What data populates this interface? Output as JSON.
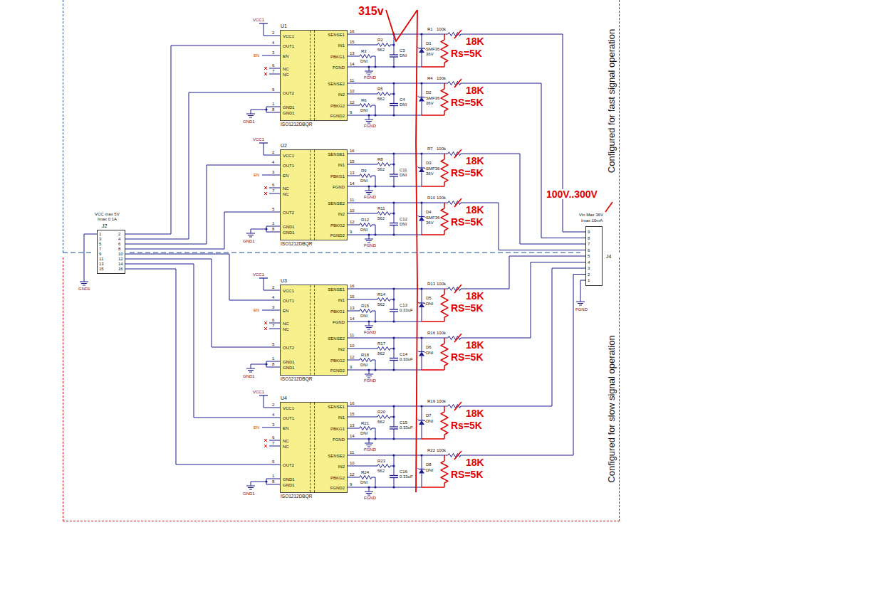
{
  "diagram": {
    "nodes": [
      {
        "text": [
          "Configured for fast signal operation"
        ]
      },
      {
        "text": [
          "U1",
          "VCC1",
          "OUT1",
          "EN",
          "NC",
          "NC",
          "OUT2",
          "GND1",
          "GND1",
          "SENSE1",
          "IN1",
          "PBKG1",
          "FGND",
          "SENSE2",
          "IN2",
          "PBKG2",
          "FGND2",
          "ISO1212DBQR"
        ],
        "in": 0
      },
      {
        "text": [
          "U2",
          "VCC1",
          "OUT1",
          "EN",
          "NC",
          "NC",
          "OUT2",
          "GND1",
          "GND1",
          "SENSE1",
          "IN1",
          "PBKG1",
          "FGND",
          "SENSE2",
          "IN2",
          "PBKG2",
          "FGND2",
          "ISO1212DBQR"
        ],
        "in": 0
      },
      {
        "text": [
          "Configured for slow signal operation"
        ]
      },
      {
        "text": [
          "U3",
          "VCC1",
          "OUT1",
          "EN",
          "NC",
          "NC",
          "OUT2",
          "GND1",
          "GND1",
          "SENSE1",
          "IN1",
          "PBKG1",
          "FGND",
          "SENSE2",
          "IN2",
          "PBKG2",
          "FGND2",
          "ISO1212DBQR"
        ],
        "in": 3
      },
      {
        "text": [
          "U4",
          "VCC1",
          "OUT1",
          "EN",
          "NC",
          "NC",
          "OUT2",
          "GND1",
          "GND1",
          "SENSE1",
          "IN1",
          "PBKG1",
          "FGND",
          "SENSE2",
          "IN2",
          "PBKG2",
          "FGND2",
          "ISO1212DBQR"
        ],
        "in": 3
      },
      {
        "text": [
          "J2",
          "VCC max 5V",
          "Imax 0.1A"
        ]
      },
      {
        "text": [
          "J4",
          "Vin Max 36V",
          "Imax 10mA"
        ]
      }
    ],
    "edges": [
      {
        "from": 6,
        "to": 1,
        "arrow": "none"
      },
      {
        "from": 6,
        "to": 1,
        "arrow": "none"
      },
      {
        "from": 6,
        "to": 2,
        "arrow": "none"
      },
      {
        "from": 6,
        "to": 2,
        "arrow": "none"
      },
      {
        "from": 6,
        "to": 4,
        "arrow": "none"
      },
      {
        "from": 6,
        "to": 4,
        "arrow": "none"
      },
      {
        "from": 6,
        "to": 5,
        "arrow": "none"
      },
      {
        "from": 6,
        "to": 5,
        "arrow": "none"
      }
    ],
    "labels": [
      "2",
      "4",
      "3",
      "6",
      "7",
      "5",
      "1",
      "8",
      "VCC1",
      "EN",
      "GND1",
      "16",
      "15",
      "13",
      "14",
      "R2",
      "562",
      "R3",
      "DNI",
      "C3",
      "DNI",
      "D1",
      "SMF36 36V",
      "R1",
      "100k",
      "FGND",
      "18K",
      "Rs=5K",
      "11",
      "10",
      "12",
      "9",
      "R5",
      "562",
      "R6",
      "DNI",
      "C4",
      "DNI",
      "D2",
      "SMF36 36V",
      "R4",
      "100k",
      "FGND",
      "18K",
      "RS=5K",
      "2",
      "4",
      "3",
      "6",
      "7",
      "5",
      "1",
      "8",
      "VCC1",
      "EN",
      "GND1",
      "16",
      "15",
      "13",
      "14",
      "R8",
      "562",
      "R9",
      "DNI",
      "C11",
      "DNI",
      "D3",
      "SMF36 36V",
      "R7",
      "100k",
      "FGND",
      "18K",
      "RS=5K",
      "11",
      "10",
      "12",
      "9",
      "R11",
      "562",
      "R12",
      "DNI",
      "C12",
      "DNI",
      "D4",
      "SMF36 36V",
      "R10",
      "100k",
      "FGND",
      "18K",
      "RS=5K",
      "2",
      "4",
      "3",
      "6",
      "7",
      "5",
      "1",
      "8",
      "VCC1",
      "EN",
      "GND1",
      "16",
      "15",
      "13",
      "14",
      "R14",
      "562",
      "R15",
      "DNI",
      "C13",
      "0.33uF",
      "D5",
      "DNI",
      "R13",
      "100k",
      "FGND",
      "18K",
      "RS=5K",
      "11",
      "10",
      "12",
      "9",
      "R17",
      "562",
      "R18",
      "DNI",
      "C14",
      "0.33uF",
      "D6",
      "DNI",
      "R16",
      "100k",
      "FGND",
      "18K",
      "RS=5K",
      "2",
      "4",
      "3",
      "6",
      "7",
      "5",
      "1",
      "8",
      "VCC1",
      "EN",
      "GND1",
      "16",
      "15",
      "13",
      "14",
      "R20",
      "562",
      "R21",
      "DNI",
      "C15",
      "0.33uF",
      "D7",
      "DNI",
      "R19",
      "100k",
      "FGND",
      "18K",
      "Rs=5K",
      "11",
      "10",
      "12",
      "9",
      "R23",
      "562",
      "R24",
      "DNI",
      "C16",
      "0.33uF",
      "D8",
      "DNI",
      "R22",
      "100k",
      "FGND",
      "18K",
      "RS=5K",
      "315v",
      "100V..300V",
      "GND1",
      "FGND",
      "1",
      "2",
      "3",
      "4",
      "5",
      "6",
      "7",
      "8",
      "9",
      "10",
      "11",
      "12",
      "13",
      "14",
      "15",
      "16",
      "9",
      "8",
      "7",
      "6",
      "5",
      "4",
      "3",
      "2",
      "1"
    ]
  }
}
